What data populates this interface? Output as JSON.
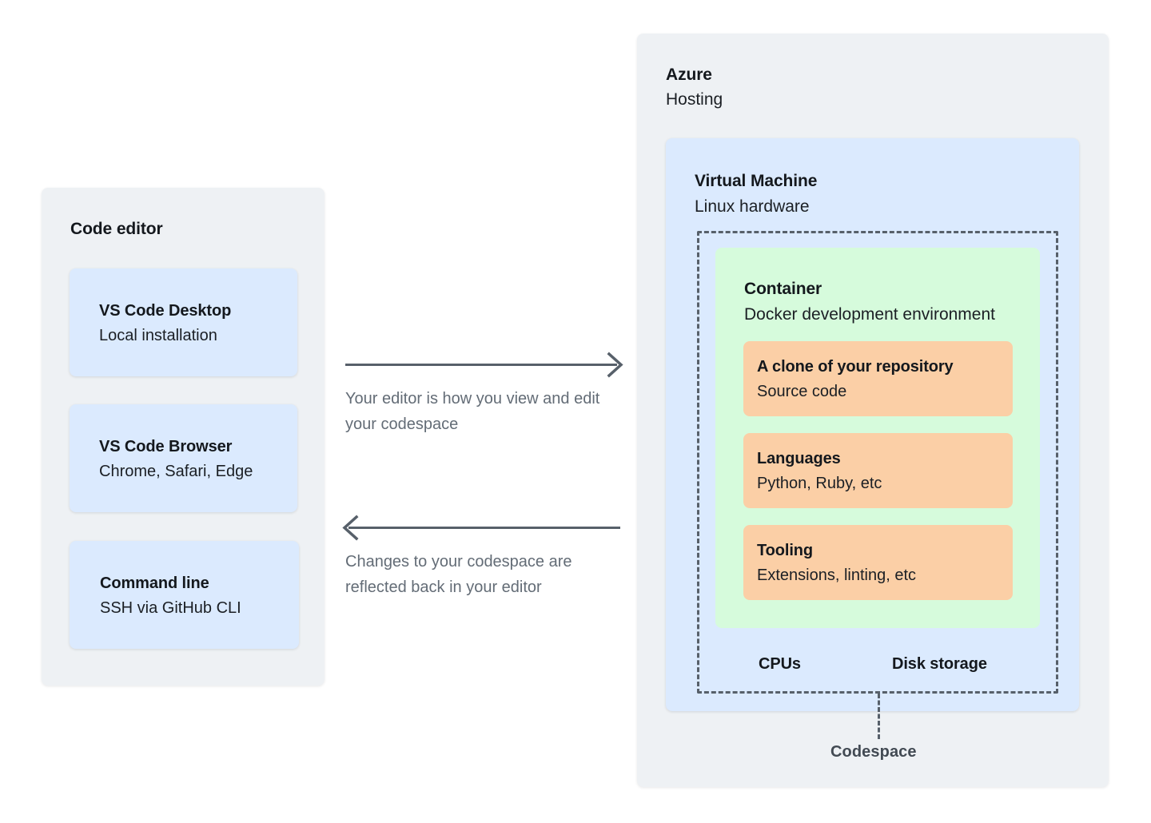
{
  "editor_panel": {
    "title": "Code editor",
    "cards": [
      {
        "title": "VS Code Desktop",
        "subtitle": "Local installation"
      },
      {
        "title": "VS Code Browser",
        "subtitle": "Chrome, Safari, Edge"
      },
      {
        "title": "Command line",
        "subtitle": "SSH via GitHub CLI"
      }
    ]
  },
  "connectors": {
    "forward": {
      "caption": "Your editor is how you view and edit your codespace",
      "direction": "right"
    },
    "backward": {
      "caption": "Changes to your codespace are reflected back in your editor",
      "direction": "left"
    }
  },
  "azure_panel": {
    "title": "Azure",
    "subtitle": "Hosting",
    "virtual_machine": {
      "title": "Virtual Machine",
      "subtitle": "Linux hardware",
      "container": {
        "title": "Container",
        "subtitle": "Docker development environment",
        "items": [
          {
            "title": "A clone of your repository",
            "subtitle": "Source code"
          },
          {
            "title": "Languages",
            "subtitle": "Python, Ruby, etc"
          },
          {
            "title": "Tooling",
            "subtitle": "Extensions, linting, etc"
          }
        ]
      },
      "resources": [
        {
          "label": "CPUs"
        },
        {
          "label": "Disk storage"
        }
      ]
    },
    "codespace_label": "Codespace"
  },
  "colors": {
    "panel_background": "#eef1f4",
    "blue_card": "#dbeafe",
    "green_container": "#d6fbdc",
    "orange_card": "#fbcfa6",
    "arrow": "#57606a",
    "dashed_border": "#57606a",
    "heading_text": "#14181d",
    "muted_text": "#636c76",
    "page_background": "#ffffff"
  }
}
